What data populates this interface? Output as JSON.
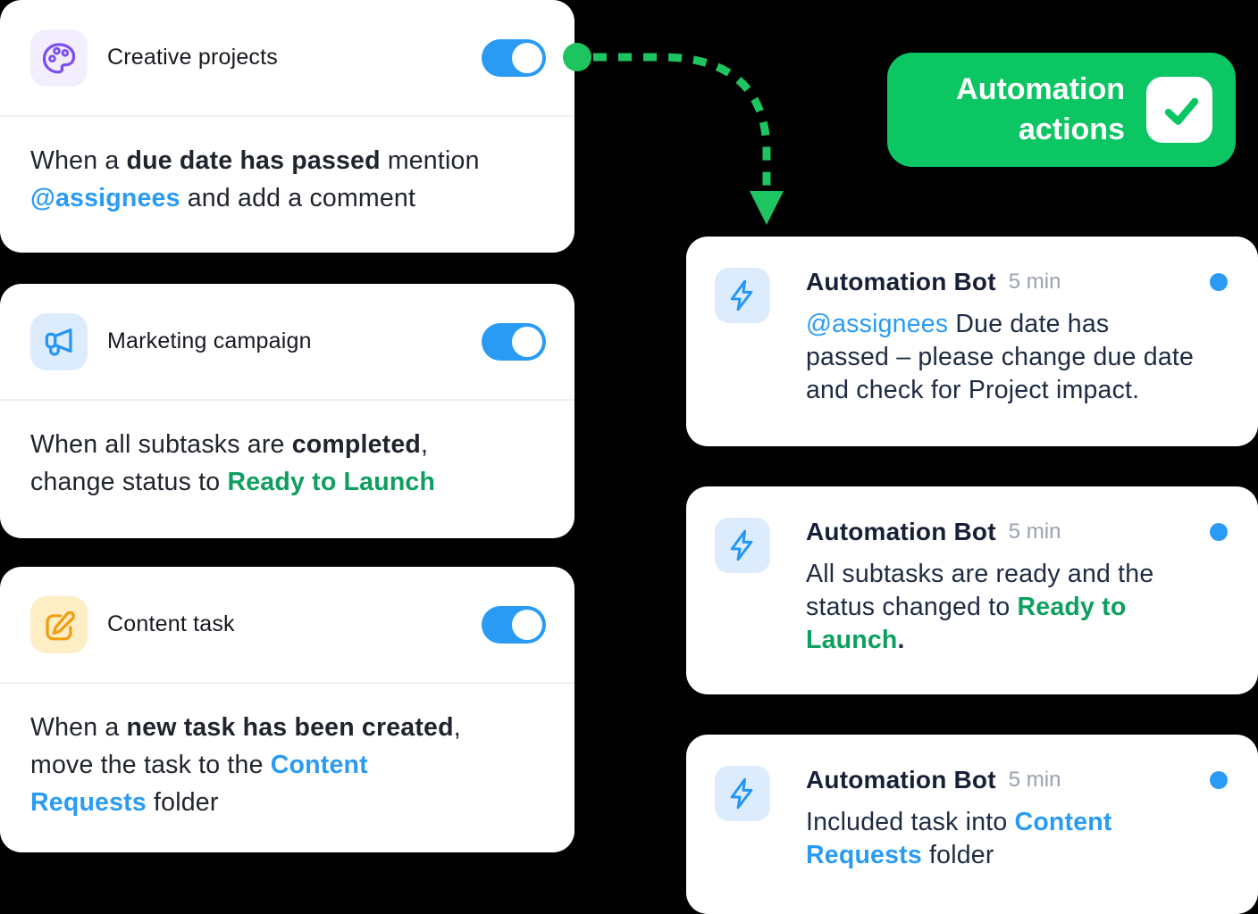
{
  "colors": {
    "page_bg": "#000000",
    "card_bg": "#ffffff",
    "divider": "#edeff3",
    "title_dark": "#17191f",
    "body_dark": "#20242c",
    "navy_title": "#172038",
    "navy_body": "#1e2b43",
    "time_gray": "#99a1b0",
    "accent_blue": "#2a9bf5",
    "green_text": "#0d9f5f",
    "button_green": "#0bc662",
    "arrow_green": "#1ec460",
    "purple": "#7b4ef2",
    "purple_bg": "#f3eefd",
    "blue_icon": "#2496f5",
    "blue_icon_bg": "#dcecfc",
    "orange": "#f29c10",
    "orange_bg": "#fdeec6"
  },
  "rules": [
    {
      "title": "Creative projects",
      "icon": "palette-icon",
      "toggle": "on",
      "segments": [
        {
          "t": "When a ",
          "s": "n"
        },
        {
          "t": "due date has passed",
          "s": "b"
        },
        {
          "t": " mention",
          "s": "n"
        },
        {
          "t": "",
          "s": "br"
        },
        {
          "t": "@assignees",
          "s": "blue-b"
        },
        {
          "t": " and add a comment",
          "s": "n"
        }
      ]
    },
    {
      "title": "Marketing campaign",
      "icon": "megaphone-icon",
      "toggle": "on",
      "segments": [
        {
          "t": "When all subtasks are ",
          "s": "n"
        },
        {
          "t": "completed",
          "s": "b"
        },
        {
          "t": ",",
          "s": "n"
        },
        {
          "t": "",
          "s": "br"
        },
        {
          "t": "change status to ",
          "s": "n"
        },
        {
          "t": "Ready to Launch",
          "s": "green-b"
        }
      ]
    },
    {
      "title": "Content task",
      "icon": "edit-icon",
      "toggle": "on",
      "segments": [
        {
          "t": "When a ",
          "s": "n"
        },
        {
          "t": "new task has been created",
          "s": "b"
        },
        {
          "t": ",",
          "s": "n"
        },
        {
          "t": "",
          "s": "br"
        },
        {
          "t": "move the task to the ",
          "s": "n"
        },
        {
          "t": "Content",
          "s": "blue-b"
        },
        {
          "t": "",
          "s": "br"
        },
        {
          "t": "Requests",
          "s": "blue-b"
        },
        {
          "t": " folder",
          "s": "n"
        }
      ]
    }
  ],
  "actions_button": {
    "label": "Automation actions",
    "lines": [
      "Automation",
      "actions"
    ],
    "icon": "check-icon"
  },
  "notifications": [
    {
      "title": "Automation Bot",
      "time": "5 min",
      "segments": [
        {
          "t": "@assignees",
          "s": "blue"
        },
        {
          "t": " Due date has",
          "s": "n"
        },
        {
          "t": "",
          "s": "br"
        },
        {
          "t": "passed – please change due date",
          "s": "n"
        },
        {
          "t": "",
          "s": "br"
        },
        {
          "t": "and check for Project impact.",
          "s": "n"
        }
      ]
    },
    {
      "title": "Automation Bot",
      "time": "5 min",
      "segments": [
        {
          "t": "All subtasks are ready and the",
          "s": "n"
        },
        {
          "t": "",
          "s": "br"
        },
        {
          "t": "status changed to ",
          "s": "n"
        },
        {
          "t": "Ready to",
          "s": "green-b"
        },
        {
          "t": "",
          "s": "br"
        },
        {
          "t": "Launch",
          "s": "green-b"
        },
        {
          "t": ".",
          "s": "b"
        }
      ]
    },
    {
      "title": "Automation Bot",
      "time": "5 min",
      "segments": [
        {
          "t": "Included task into ",
          "s": "n"
        },
        {
          "t": "Content",
          "s": "blue-b"
        },
        {
          "t": "",
          "s": "br"
        },
        {
          "t": "Requests",
          "s": "blue-b"
        },
        {
          "t": " folder",
          "s": "n"
        }
      ]
    }
  ]
}
